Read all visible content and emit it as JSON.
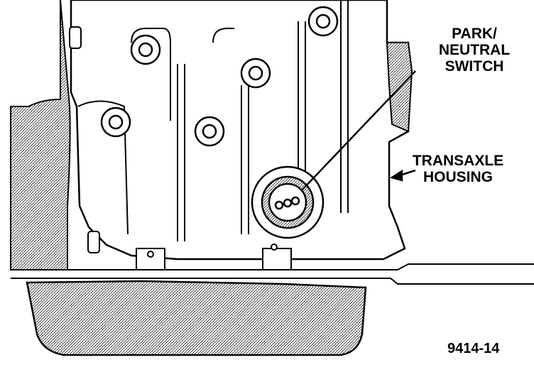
{
  "labels": {
    "park_neutral_switch": [
      "PARK/",
      "NEUTRAL",
      "SWITCH"
    ],
    "transaxle_housing": [
      "TRANSAXLE",
      "HOUSING"
    ]
  },
  "figure_number": "9414-14",
  "colors": {
    "line": "#000000",
    "background": "#ffffff",
    "shade": "#9a9a9a"
  }
}
